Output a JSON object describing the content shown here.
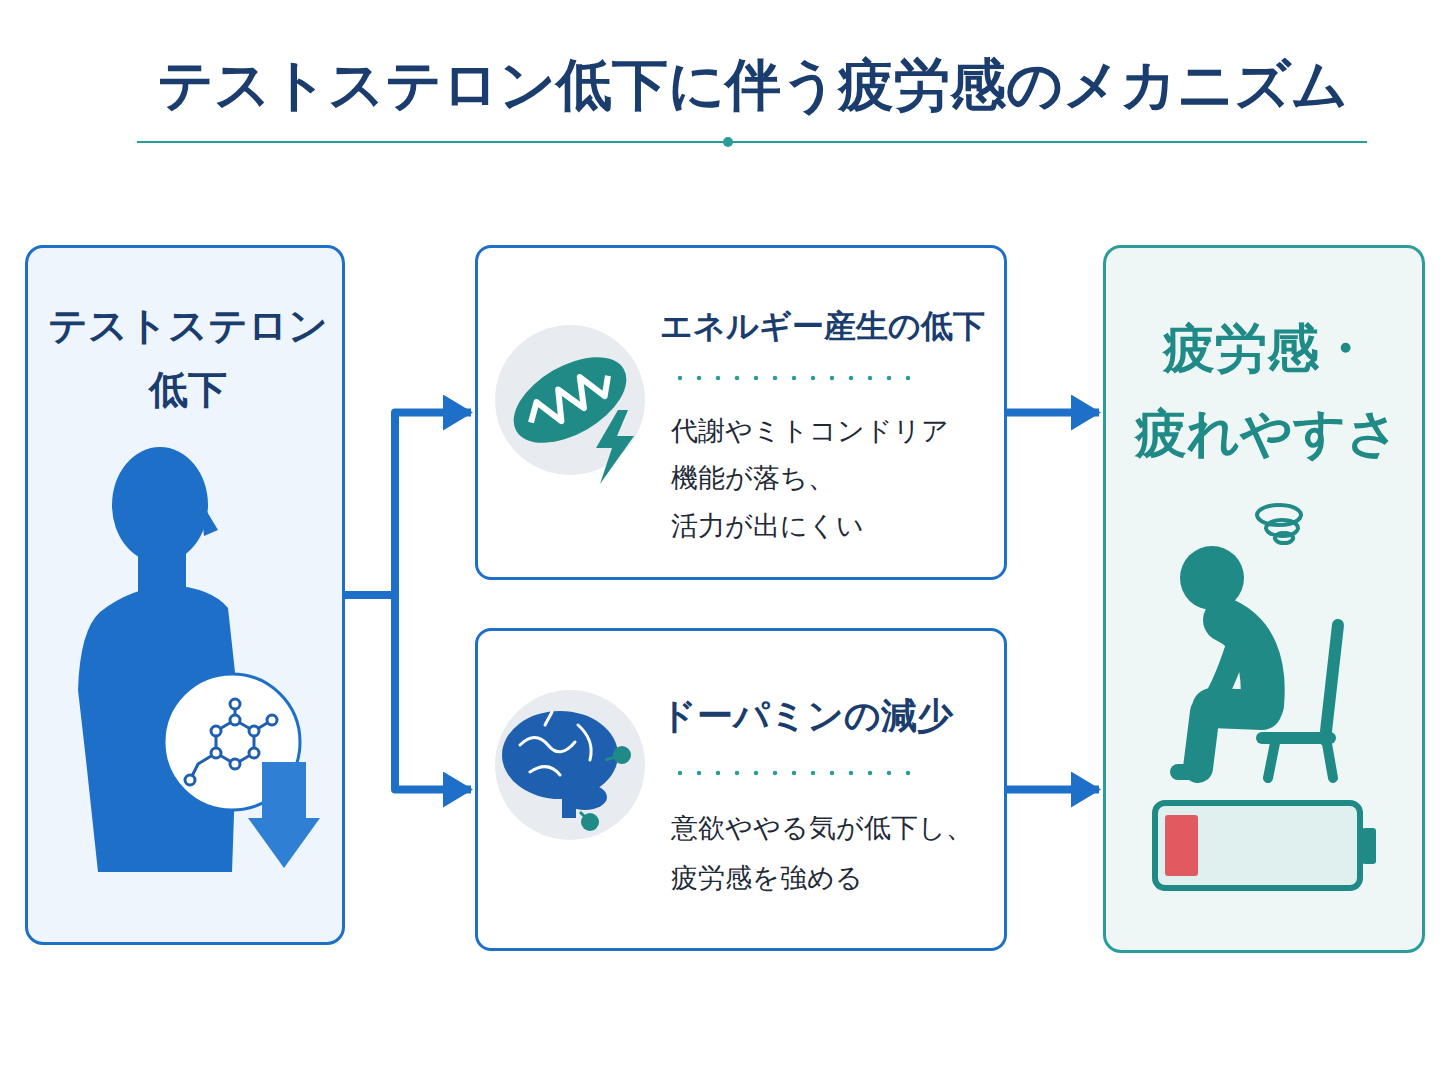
{
  "diagram": {
    "title": "テストステロン低下に伴う疲労感のメカニズム",
    "nodes": [
      {
        "text": [
          "テストステロン 低下"
        ]
      },
      {
        "text": [
          "エネルギー産生の低下",
          "代謝やミトコンドリア 機能が落ち、 活力が出にくい"
        ]
      },
      {
        "text": [
          "ドーパミンの減少",
          "意欲ややる気が低下し、 疲労感を強める"
        ]
      },
      {
        "text": [
          "疲労感・ 疲れやすさ"
        ]
      }
    ],
    "edges": [
      {
        "from": 0,
        "to": 1,
        "arrow": "to"
      },
      {
        "from": 0,
        "to": 2,
        "arrow": "to"
      },
      {
        "from": 1,
        "to": 3,
        "arrow": "to"
      },
      {
        "from": 2,
        "to": 3,
        "arrow": "to"
      }
    ]
  }
}
